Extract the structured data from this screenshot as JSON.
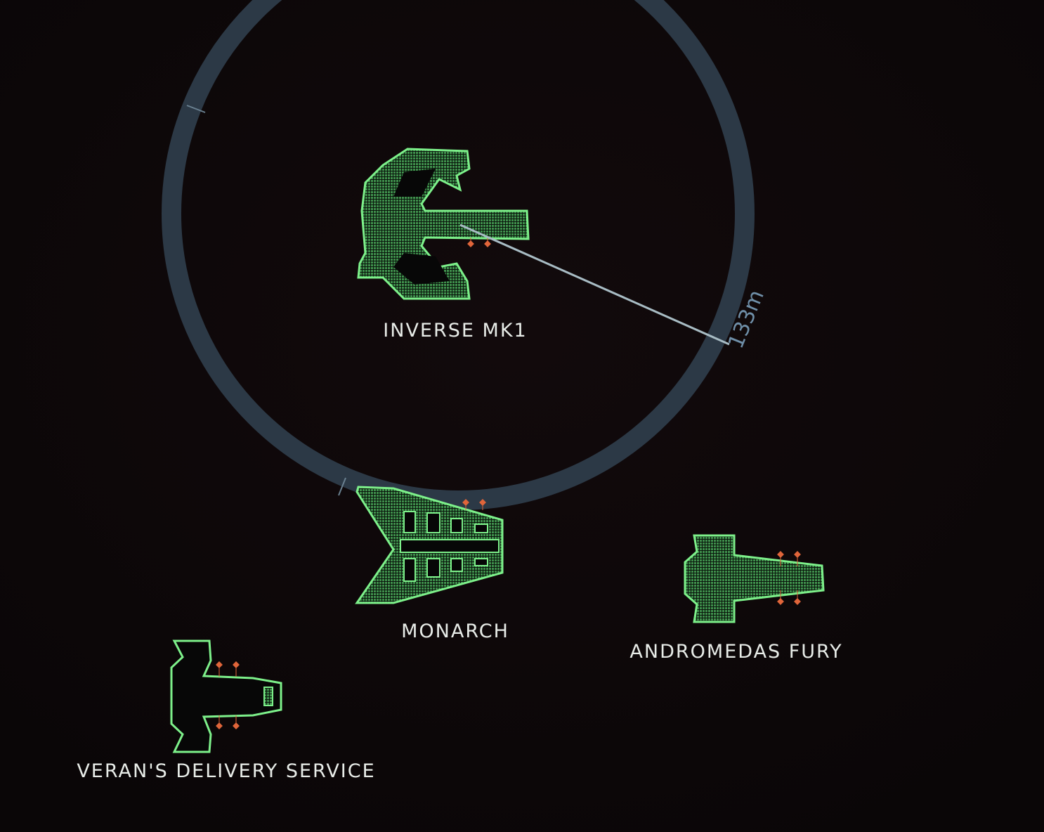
{
  "range_indicator": {
    "distance_label": "133m",
    "ring_color": "#2c3946",
    "line_color": "#a8bcc4"
  },
  "ships": [
    {
      "name": "INVERSE MK1"
    },
    {
      "name": "MONARCH"
    },
    {
      "name": "ANDROMEDAS FURY"
    },
    {
      "name": "VERAN'S DELIVERY SERVICE"
    }
  ],
  "colors": {
    "hull_outline": "#7df08a",
    "hull_fill": "#2f6a3a",
    "thruster": "#e0653a",
    "background": "#0d0809"
  }
}
